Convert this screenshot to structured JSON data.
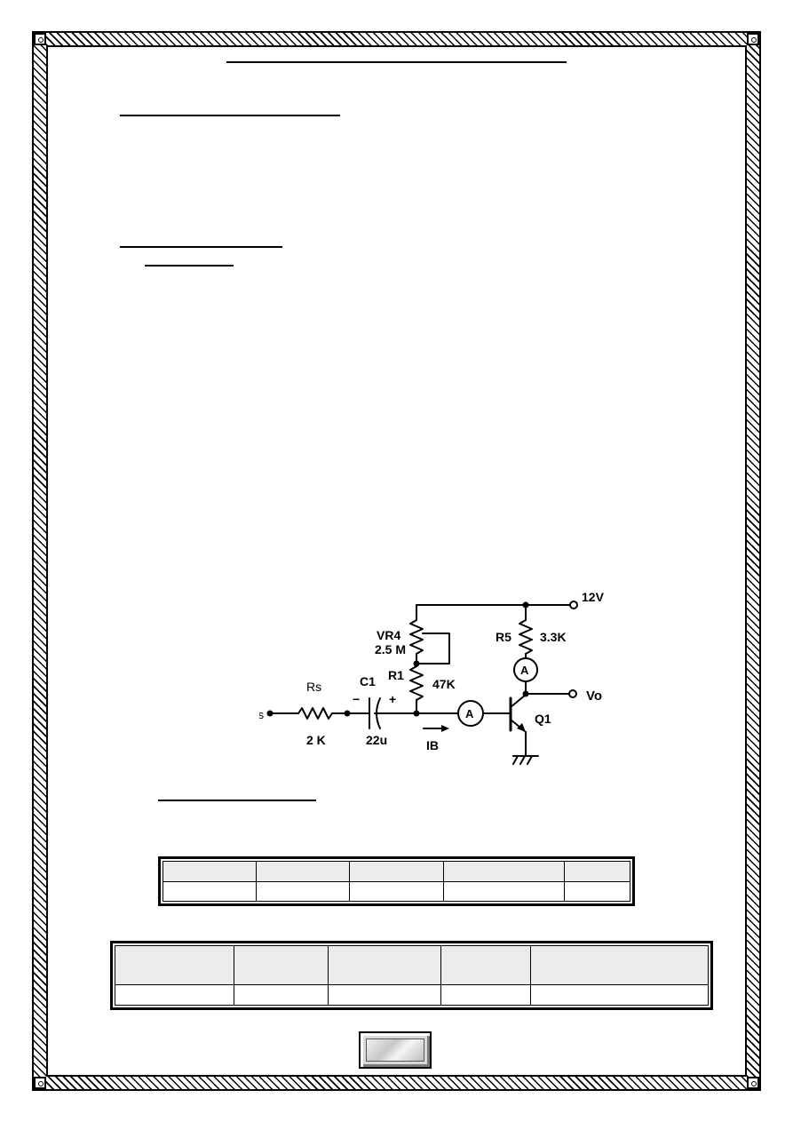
{
  "circuit": {
    "supply": "12V",
    "output": "Vo",
    "source": "Vs",
    "rs_label": "Rs",
    "rs_value": "2 K",
    "c1_label": "C1",
    "c1_value": "22u",
    "c1_minus": "−",
    "c1_plus": "+",
    "vr4_label": "VR4",
    "vr4_value": "2.5 M",
    "r1_label": "R1",
    "r1_value": "47K",
    "r5_label": "R5",
    "r5_value": "3.3K",
    "ammeter": "A",
    "ib_label": "IB",
    "q1_label": "Q1"
  },
  "table1": {
    "rows": 2,
    "cols": 5
  },
  "table2": {
    "rows": 2,
    "cols": 5
  }
}
